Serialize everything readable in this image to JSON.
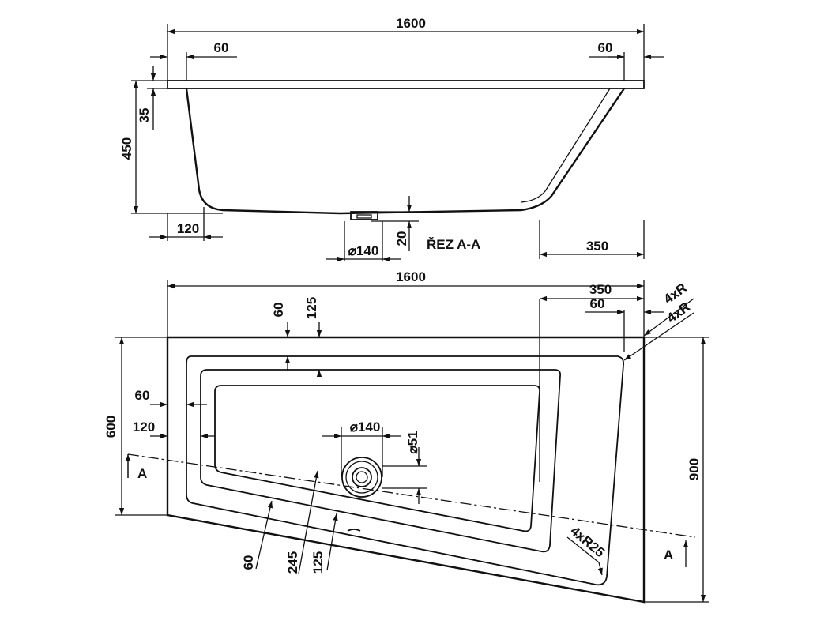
{
  "section_title": "ŘEZ A-A",
  "section_marker": "A",
  "section_view": {
    "width": "1600",
    "rim_left": "60",
    "rim_right": "60",
    "height": "450",
    "rim_depth": "35",
    "bottom_left": "120",
    "drain_diameter": "⌀140",
    "drain_height": "20",
    "right_offset": "350"
  },
  "plan_view": {
    "width": "1600",
    "right_top": "350",
    "right_rim": "60",
    "corner_radius_1": "4xR",
    "corner_radius_2": "4xR",
    "rim_top": "60",
    "inner_top": "125",
    "rim_left": "60",
    "inner_left": "120",
    "left_height": "600",
    "right_height": "900",
    "drain_diameter": "⌀140",
    "overflow_diameter": "⌀51",
    "bottom_rim": "60",
    "bottom_inner_1": "245",
    "bottom_inner_2": "125",
    "inner_radius": "4xR25"
  }
}
